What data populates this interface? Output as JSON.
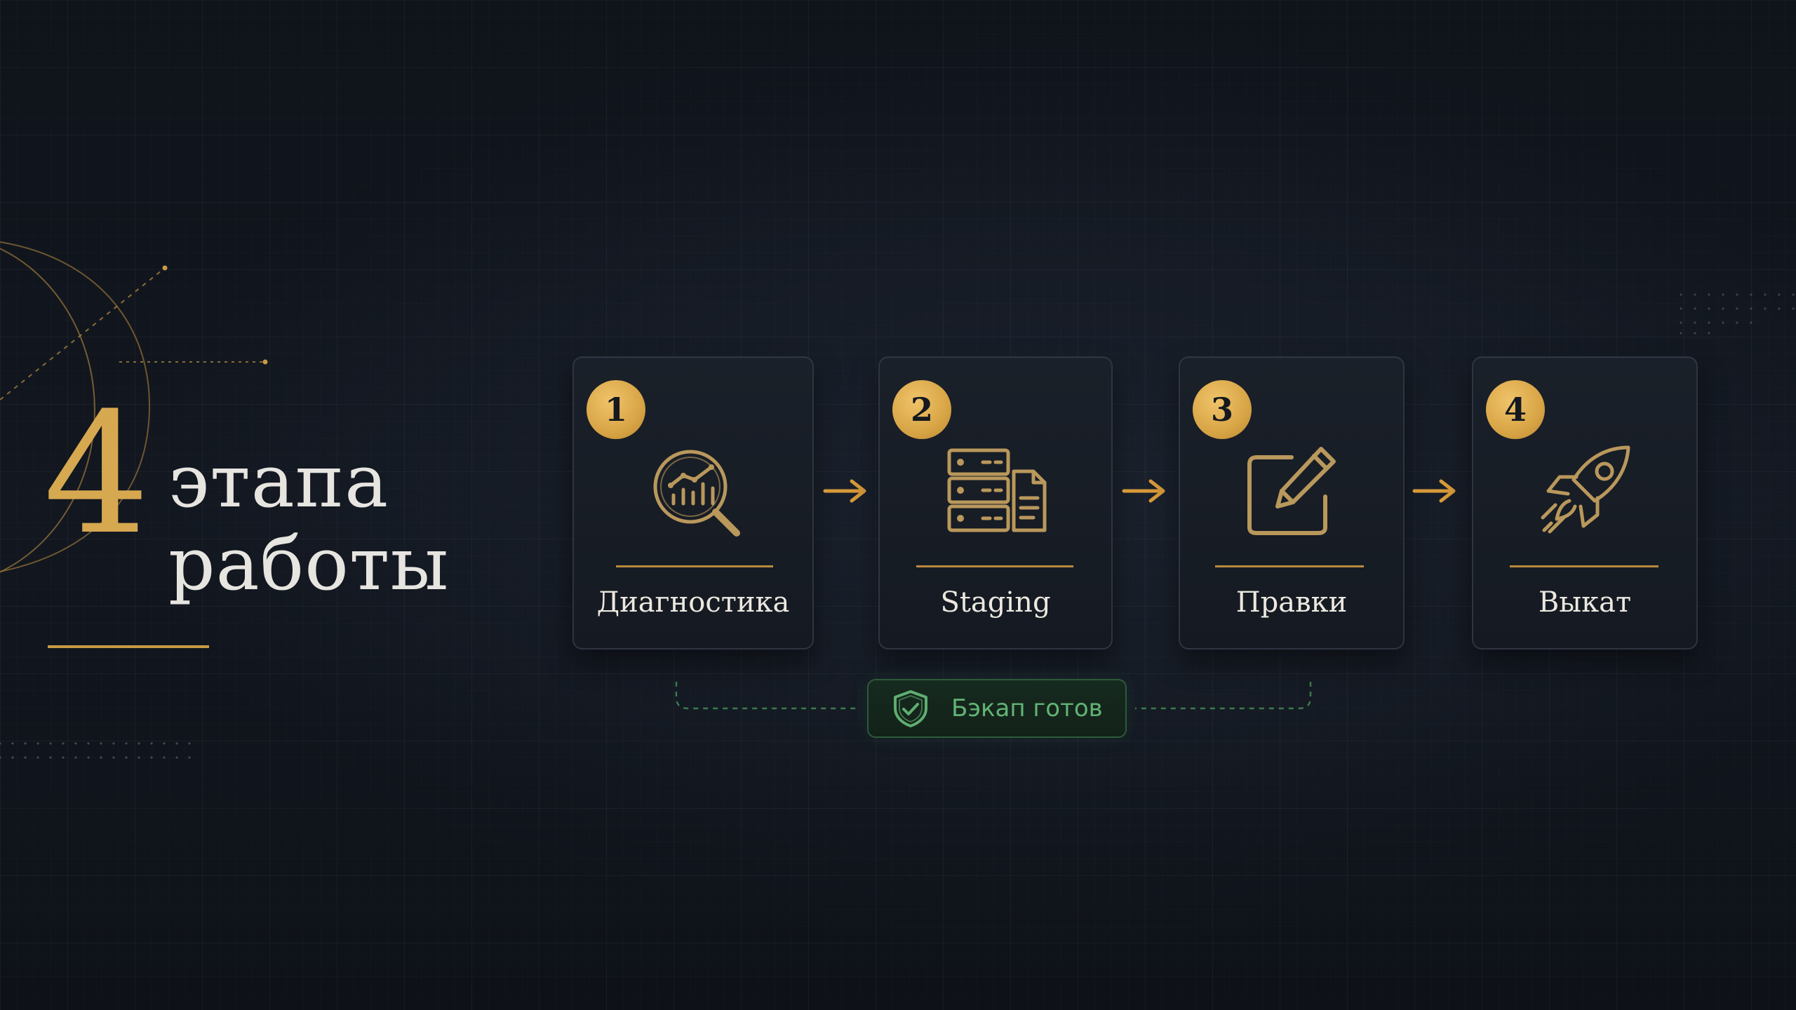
{
  "title": {
    "number": "4",
    "line1": "этапа",
    "line2": "работы"
  },
  "steps": [
    {
      "number": "1",
      "label": "Диагностика",
      "icon": "analytics-magnifier-icon"
    },
    {
      "number": "2",
      "label": "Staging",
      "icon": "server-document-icon"
    },
    {
      "number": "3",
      "label": "Правки",
      "icon": "edit-pencil-icon"
    },
    {
      "number": "4",
      "label": "Выкат",
      "icon": "rocket-icon"
    }
  ],
  "backup": {
    "label": "Бэкап готов",
    "icon": "shield-check-icon"
  },
  "colors": {
    "background": "#10141b",
    "accent_gold": "#d6a850",
    "text_light": "#e7e5e0",
    "success_green": "#62b374"
  }
}
